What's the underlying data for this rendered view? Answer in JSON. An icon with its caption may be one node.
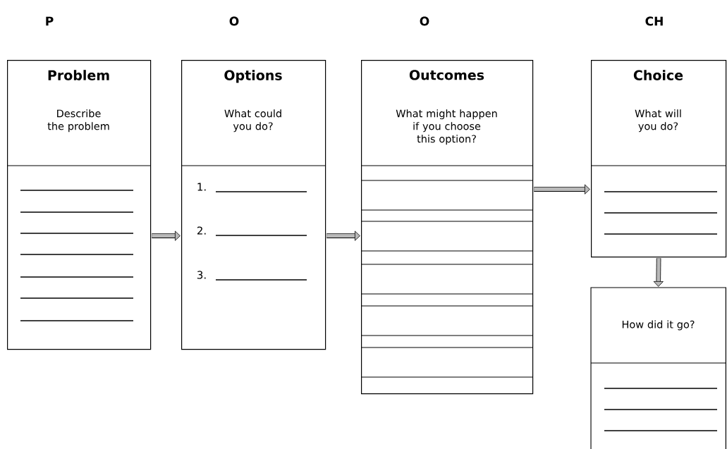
{
  "diagram": {
    "nodes": [
      {
        "text": [
          "Problem",
          "Describe the problem"
        ]
      },
      {
        "text": [
          "Options",
          "What could you do?"
        ]
      },
      {
        "text": [
          "Outcomes",
          "What might happen if you choose this option?"
        ]
      },
      {
        "text": [
          "Choice",
          "What will you do?"
        ]
      },
      {
        "text": [
          "How did it go?"
        ]
      }
    ],
    "edges": [
      {
        "from": 0,
        "to": 1,
        "arrow": "to"
      },
      {
        "from": 1,
        "to": 2,
        "arrow": "to"
      },
      {
        "from": 2,
        "to": 3,
        "arrow": "to"
      },
      {
        "from": 3,
        "to": 4,
        "arrow": "to"
      }
    ],
    "labels": [
      "P",
      "O",
      "O",
      "CH",
      "1.",
      "2.",
      "3."
    ]
  }
}
